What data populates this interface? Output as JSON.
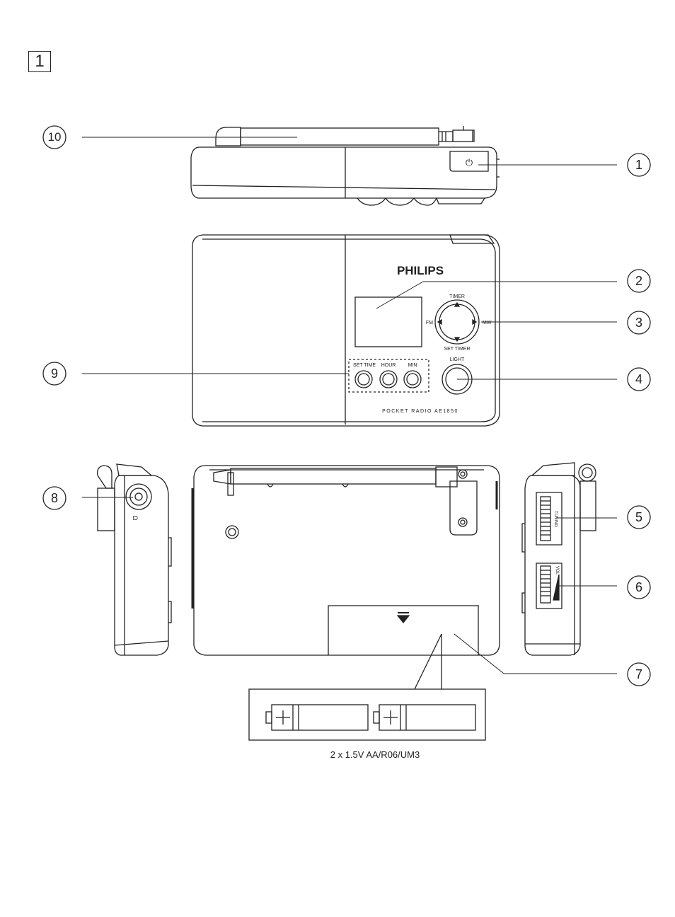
{
  "figure_number": "1",
  "brand": "PHILIPS",
  "model": "POCKET RADIO AE1850",
  "buttons": {
    "set_time": "SET TIME",
    "hour": "HOUR",
    "min": "MIN",
    "light": "LIGHT",
    "timer": "TIMER",
    "set_timer": "SET TIMER",
    "fm": "FM",
    "mw": "MW",
    "power_symbol": "⏻"
  },
  "side_labels": {
    "tuning": "TUNING",
    "vol": "VOL",
    "headphone_symbol": "Ω"
  },
  "battery_spec": "2 x 1.5V AA/R06/UM3",
  "callouts": [
    "1",
    "2",
    "3",
    "4",
    "5",
    "6",
    "7",
    "8",
    "9",
    "10"
  ],
  "colors": {
    "ink": "#222222",
    "paper": "#ffffff"
  }
}
